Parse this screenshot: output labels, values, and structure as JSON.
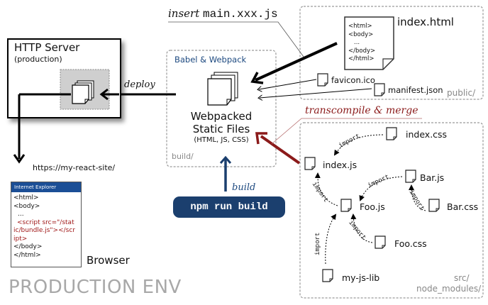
{
  "server": {
    "title": "HTTP Server",
    "subtitle": "(production)"
  },
  "deploy_label": "deploy",
  "url": "https://my-react-site/",
  "browser": {
    "window_title": "Internet Explorer",
    "code": {
      "line1": "<html>",
      "line2": "<body>",
      "line3": "...",
      "script1": "<script src=\"/stat",
      "script2": "ic/bundle.js\"></scr",
      "script3": "ipt>",
      "line4": "</body>",
      "line5": "</html>"
    },
    "label": "Browser"
  },
  "environment_label": "PRODUCTION ENV",
  "build_box": {
    "tool_label": "Babel & Webpack",
    "title_line1": "Webpacked",
    "title_line2": "Static Files",
    "subtitle": "(HTML, JS, CSS)",
    "dir_label": "build/"
  },
  "build_command": {
    "label": "build",
    "command": "npm run build"
  },
  "insert_label": {
    "prefix": "insert",
    "filename": "main.xxx.js"
  },
  "public_box": {
    "index_html": {
      "label": "index.html",
      "code": [
        "<html>",
        "<body>",
        "  ...",
        "</body>",
        "</html>"
      ]
    },
    "favicon": "favicon.ico",
    "manifest": "manifest.json",
    "dir_label": "public/"
  },
  "transcompile_label": "transcompile & merge",
  "src_box": {
    "files": {
      "index_css": "index.css",
      "index_js": "index.js",
      "bar_js": "Bar.js",
      "bar_css": "Bar.css",
      "foo_js": "Foo.js",
      "foo_css": "Foo.css",
      "my_js_lib": "my-js-lib"
    },
    "import_label": "import",
    "dir_label_1": "src/",
    "dir_label_2": "node_modules/"
  },
  "colors": {
    "brand_blue": "#1b3f6e",
    "accent_red": "#8b1a1a",
    "browser_bar": "#1b4e96",
    "muted_gray": "#a8a8a8"
  }
}
